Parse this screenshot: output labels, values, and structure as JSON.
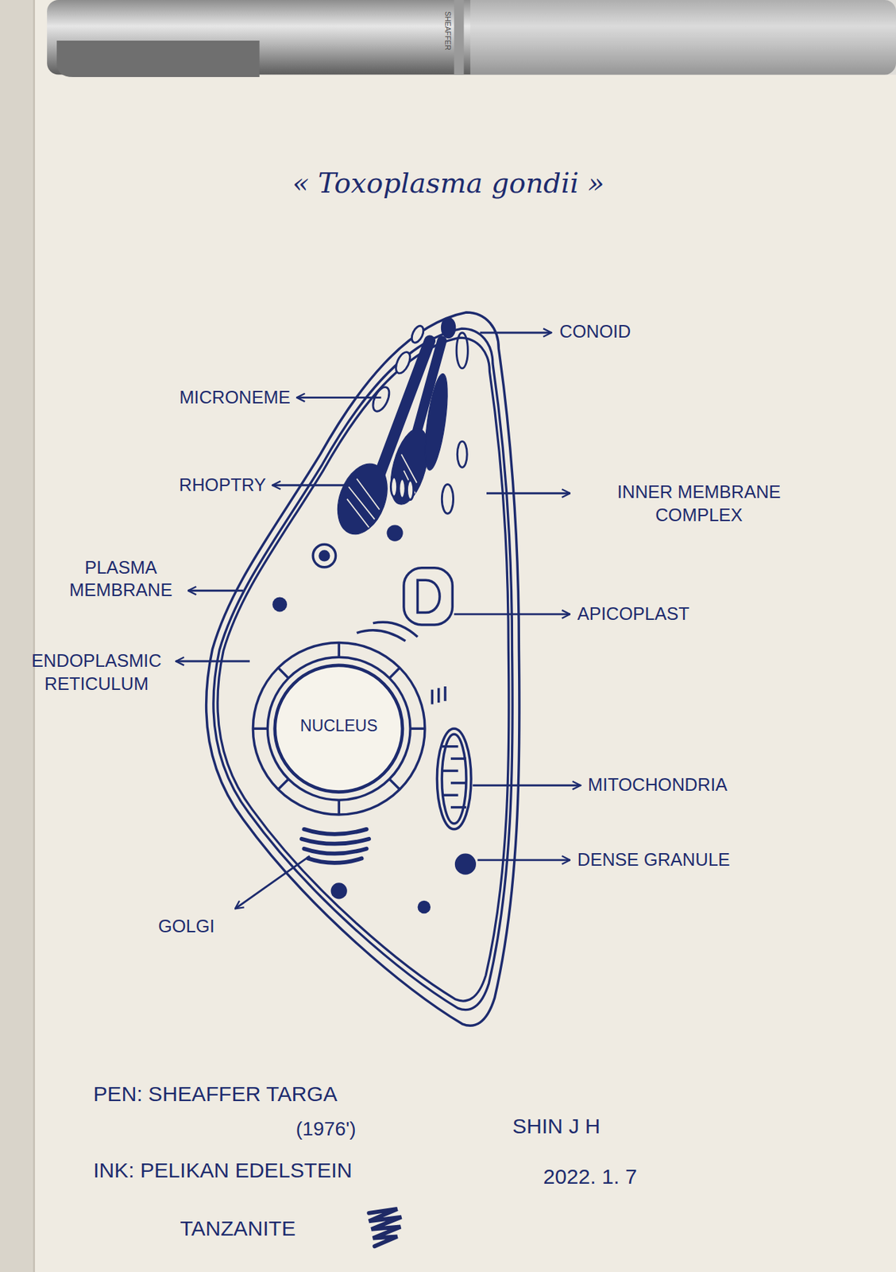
{
  "diagram": {
    "title": "« Toxoplasma gondii »",
    "nodes": [
      {
        "text": [
          "NUCLEUS"
        ]
      }
    ],
    "labels": [
      "CONOID",
      "MICRONEME",
      "RHOPTRY",
      "INNER MEMBRANE COMPLEX",
      "PLASMA MEMBRANE",
      "APICOPLAST",
      "ENDOPLASMIC RETICULUM",
      "MITOCHONDRIA",
      "DENSE GRANULE",
      "GOLGI",
      "PEN: SHEAFFER TARGA",
      "(1976')",
      "INK: PELIKAN EDELSTEIN",
      "TANZANITE",
      "SHIN J H",
      "2022. 1. 7",
      "SHEAFFER"
    ]
  }
}
